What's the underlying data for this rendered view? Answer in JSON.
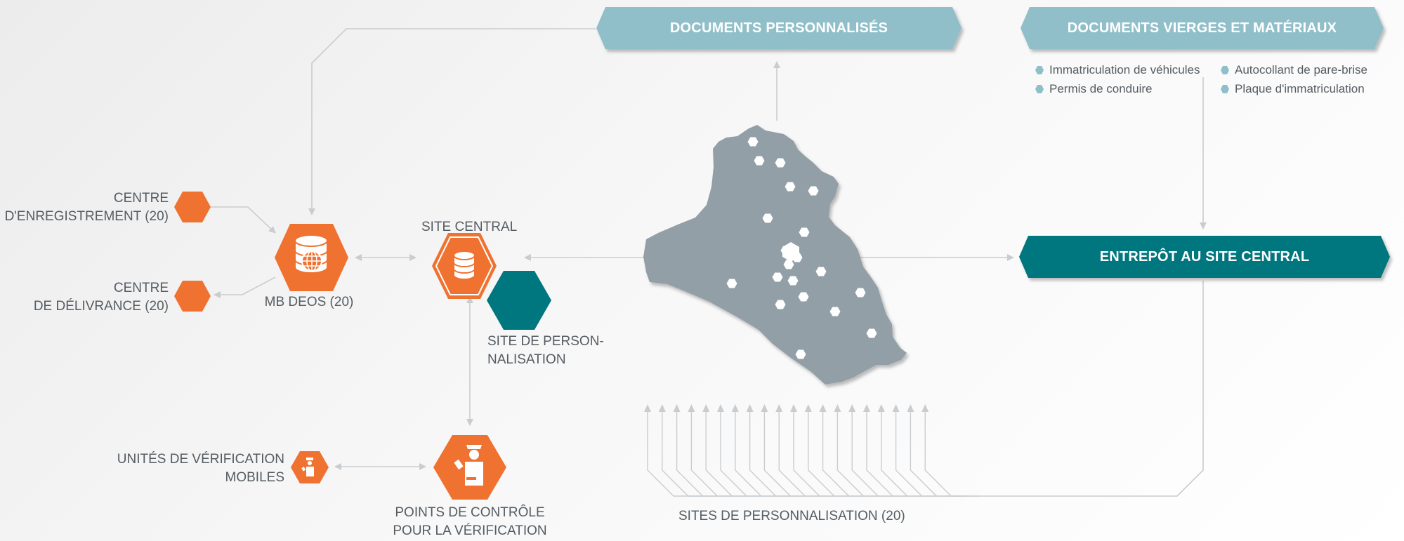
{
  "banners": {
    "docs_perso": "DOCUMENTS PERSONNALISÉS",
    "docs_vierges": "DOCUMENTS VIERGES ET MATÉRIAUX",
    "entrepot": "ENTREPÔT AU SITE CENTRAL"
  },
  "legend": {
    "col1": [
      "Immatriculation de véhicules",
      "Permis de conduire"
    ],
    "col2": [
      "Autocollant de pare-brise",
      "Plaque d'immatriculation"
    ]
  },
  "nodes": {
    "centre_enregistrement": [
      "CENTRE",
      "D'ENREGISTREMENT (20)"
    ],
    "centre_delivrance": [
      "CENTRE",
      "DE DÉLIVRANCE (20)"
    ],
    "mb_deos": "MB DEOS (20)",
    "site_central": "SITE CENTRAL",
    "site_perso": [
      "SITE DE PERSON-",
      "NALISATION"
    ],
    "unites_verification": [
      "UNITÉS DE VÉRIFICATION",
      "MOBILES"
    ],
    "points_controle": [
      "POINTS DE CONTRÔLE",
      "POUR LA VÉRIFICATION"
    ],
    "sites_perso_20": "SITES DE PERSONNALISATION (20)"
  },
  "colors": {
    "orange": "#ef7230",
    "teal": "#00767f",
    "light_teal": "#8fbfc9",
    "map_gray": "#939fa7",
    "line_gray": "#c9cdd0",
    "text": "#555c62"
  },
  "icons": {
    "mb_deos": "database-globe-icon",
    "site_central": "database-icon",
    "unites_verification": "officer-icon",
    "points_controle": "officer-icon"
  }
}
